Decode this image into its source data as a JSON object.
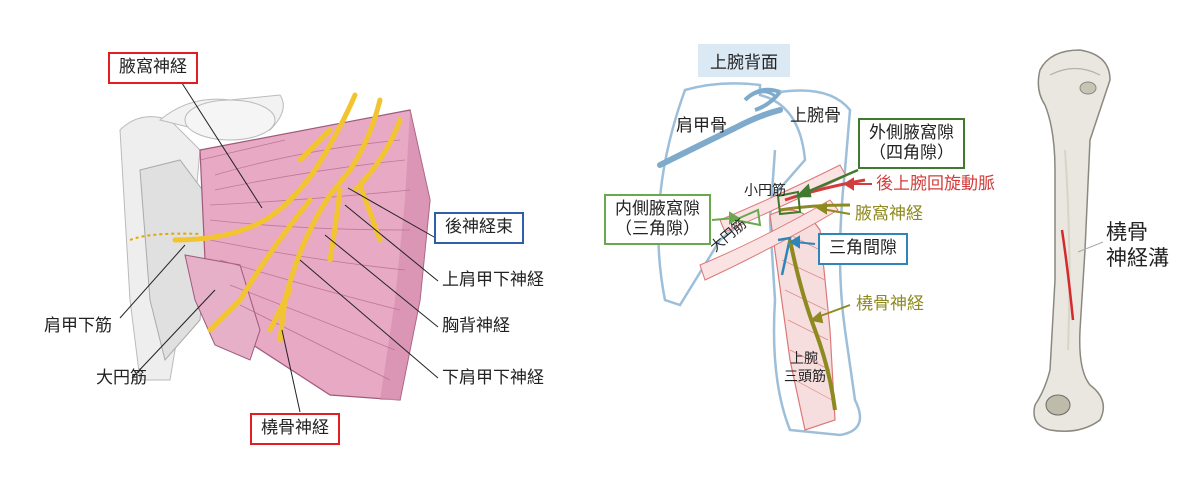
{
  "left": {
    "axillary_nerve": "腋窩神経",
    "posterior_cord": "後神経束",
    "upper_subscapular_nerve": "上肩甲下神経",
    "thoracodorsal_nerve": "胸背神経",
    "lower_subscapular_nerve": "下肩甲下神経",
    "subscapularis": "肩甲下筋",
    "teres_major": "大円筋",
    "radial_nerve": "橈骨神経"
  },
  "middle": {
    "title": "上腕背面",
    "scapula": "肩甲骨",
    "humerus": "上腕骨",
    "lateral_space": "外側腋窩隙",
    "lateral_space_sub": "（四角隙）",
    "teres_minor": "小円筋",
    "pchca": "後上腕回旋動脈",
    "axillary_nerve": "腋窩神経",
    "medial_space": "内側腋窩隙",
    "medial_space_sub": "（三角隙）",
    "teres_major": "大円筋",
    "triangular_interval": "三角間隙",
    "radial_nerve": "橈骨神経",
    "triceps_line1": "上腕",
    "triceps_line2": "三頭筋"
  },
  "right": {
    "label_line1": "橈骨",
    "label_line2": "神経溝"
  },
  "colors": {
    "red_box": "#e02020",
    "blue_box": "#2e5fa8",
    "nerve_yellow": "#f2c530",
    "muscle_pink": "#e8a9c4",
    "artery_red": "#d33c3c",
    "olive_nerve": "#8e8a1f"
  }
}
